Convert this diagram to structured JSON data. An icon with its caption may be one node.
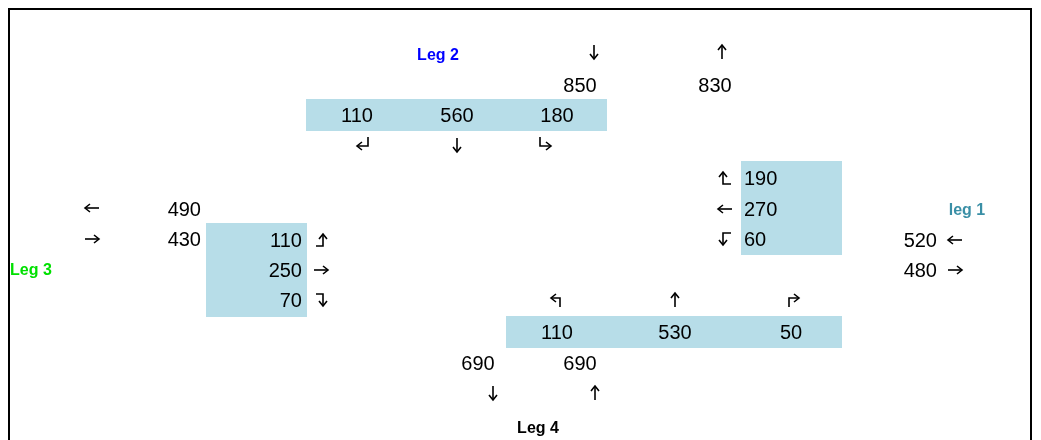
{
  "diagram": {
    "nodes": [
      {
        "text": [
          "110",
          "560",
          "180"
        ]
      },
      {
        "text": [
          "190",
          "270",
          "60"
        ]
      },
      {
        "text": [
          "110",
          "250",
          "70"
        ]
      },
      {
        "text": [
          "110",
          "530",
          "50"
        ]
      }
    ],
    "labels": [
      "Leg 2",
      "850",
      "830",
      "490",
      "leg 1",
      "430",
      "520",
      "Leg 3",
      "480",
      "690",
      "690",
      "Leg 4"
    ]
  }
}
